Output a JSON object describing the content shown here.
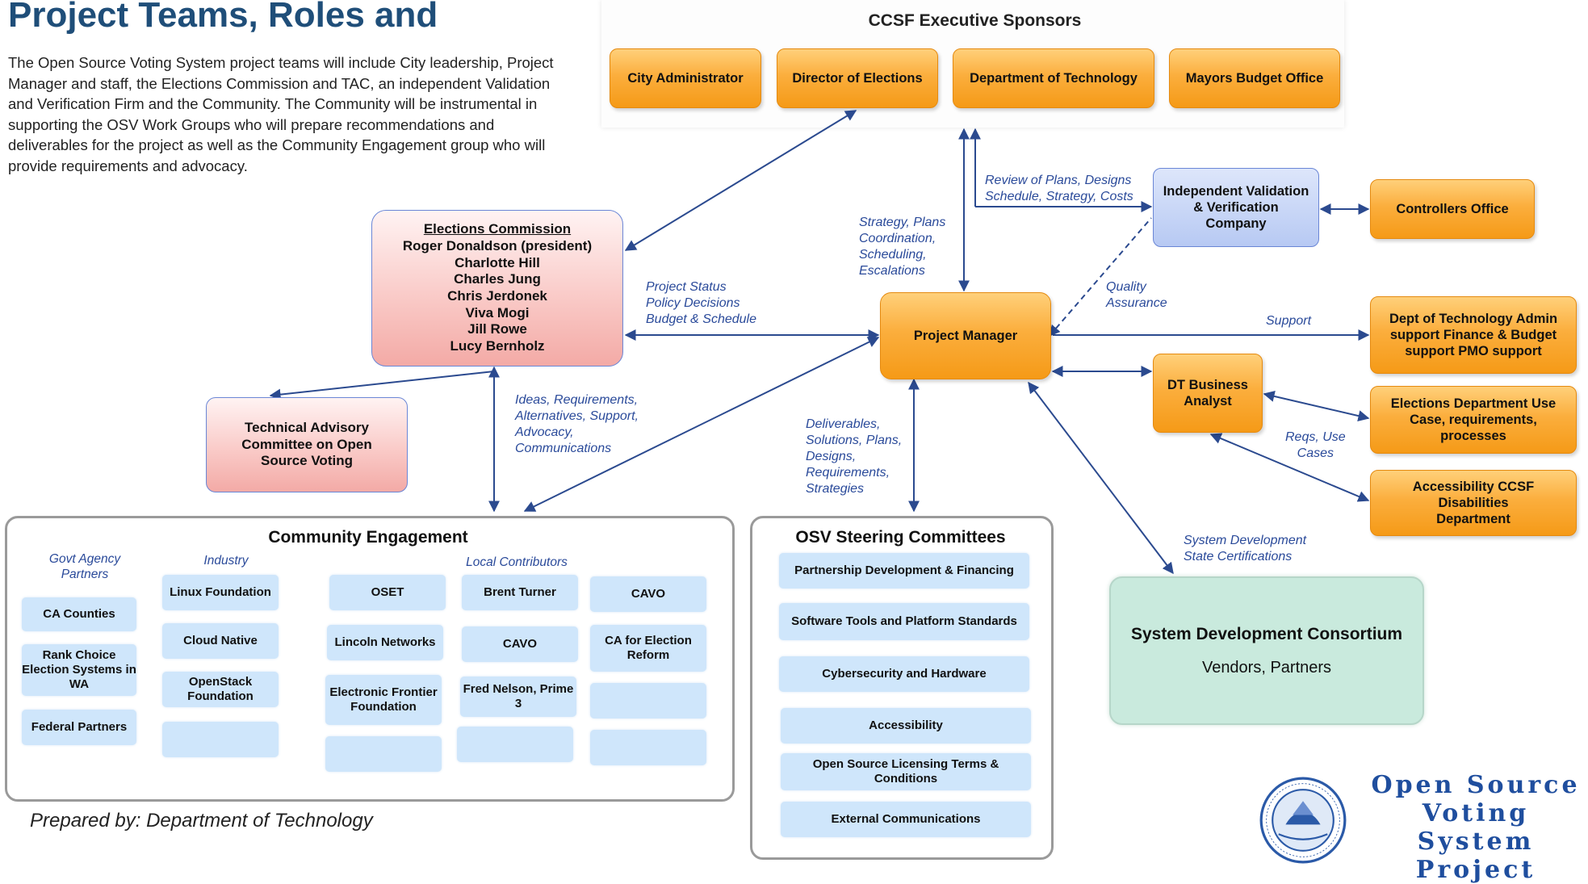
{
  "header": {
    "title": "Project Teams, Roles and\nGovernance",
    "intro": "The Open Source Voting System project teams will include City leadership, Project Manager and staff, the Elections Commission and TAC, an independent Validation and Verification Firm and the Community.  The Community will be instrumental in supporting the OSV Work Groups who will prepare recommendations and deliverables for the project as well as the Community Engagement group who will provide requirements and advocacy."
  },
  "sponsors": {
    "title": "CCSF Executive Sponsors",
    "items": [
      "City Administrator",
      "Director of Elections",
      "Department of Technology",
      "Mayors Budget Office"
    ]
  },
  "elections_commission": {
    "title": "Elections Commission",
    "members": [
      "Roger Donaldson (president)",
      "Charlotte Hill",
      "Charles Jung",
      "Chris Jerdonek",
      "Viva Mogi",
      "Jill Rowe",
      "Lucy Bernholz"
    ]
  },
  "tac": "Technical Advisory Committee on Open Source Voting",
  "project_manager": "Project Manager",
  "ivv": "Independent Validation & Verification Company",
  "controllers": "Controllers Office",
  "dt_support": "Dept of Technology Admin support Finance & Budget support PMO support",
  "dt_analyst": "DT Business Analyst",
  "elections_dept": "Elections Department Use Case, requirements, processes",
  "accessibility_dept": "Accessibility CCSF Disabilities Department",
  "consortium": {
    "title": "System Development Consortium",
    "subtitle": "Vendors, Partners"
  },
  "labels": {
    "review": "Review of Plans, Designs\nSchedule, Strategy, Costs",
    "strategy": "Strategy, Plans\nCoordination,\nScheduling,\nEscalations",
    "quality": "Quality\nAssurance",
    "support": "Support",
    "project_status": "Project Status\nPolicy Decisions\nBudget & Schedule",
    "ideas": "Ideas, Requirements,\nAlternatives, Support,\nAdvocacy,\nCommunications",
    "deliverables": "Deliverables,\nSolutions, Plans,\nDesigns,\nRequirements,\nStrategies",
    "reqs": "Reqs, Use\nCases",
    "sysdev": "System Development\nState Certifications"
  },
  "community": {
    "title": "Community Engagement",
    "col_govt": "Govt Agency\nPartners",
    "col_industry": "Industry",
    "col_local": "Local Contributors",
    "govt": [
      "CA Counties",
      "Rank Choice Election Systems in WA",
      "Federal Partners"
    ],
    "industry": [
      "Linux Foundation",
      "Cloud Native",
      "OpenStack Foundation",
      ""
    ],
    "local1": [
      "OSET",
      "Lincoln Networks",
      "Electronic Frontier Foundation",
      ""
    ],
    "local2": [
      "Brent Turner",
      "CAVO",
      "Fred Nelson, Prime 3",
      ""
    ],
    "local3": [
      "CAVO",
      "CA for Election Reform",
      "",
      ""
    ]
  },
  "steering": {
    "title": "OSV Steering Committees",
    "items": [
      "Partnership Development & Financing",
      "Software Tools and Platform Standards",
      "Cybersecurity and Hardware",
      "Accessibility",
      "Open Source Licensing Terms & Conditions",
      "External Communications"
    ]
  },
  "footer": {
    "prepared_by": "Prepared by: Department of Technology",
    "osv_title": "Open Source Voting System Project"
  },
  "colors": {
    "orange": "#fbae3d",
    "blue_box": "#b7c9f3",
    "pink_box": "#f9c7c4",
    "green_box": "#c9eadd",
    "chip": "#cfe6fb",
    "arrow": "#2b4a8f",
    "title": "#1f4e79"
  }
}
